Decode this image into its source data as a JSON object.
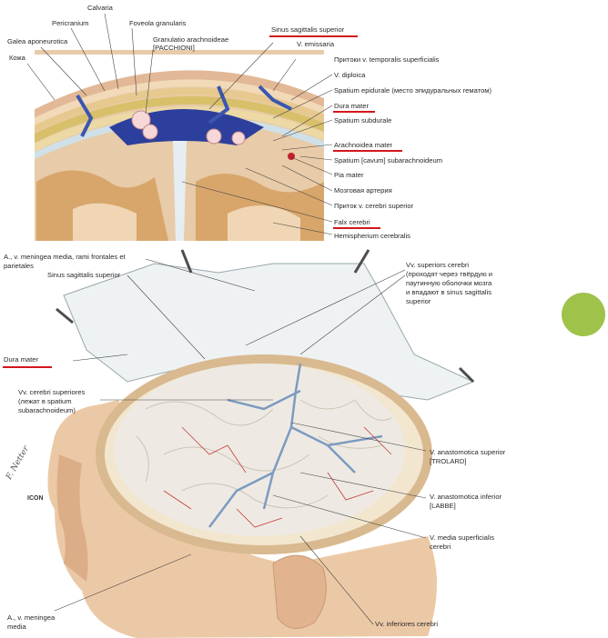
{
  "top_labels": {
    "calvaria": "Calvaria",
    "pericranium": "Pericranium",
    "foveola": "Foveola granularis",
    "galea": "Galea aponeurotica",
    "kozha": "Кожа",
    "granulatio_1": "Granulatio arachnoideae",
    "granulatio_2": "[PACCHIONI]",
    "sinus_sup": "Sinus sagittalis superior",
    "v_emissaria": "V. emissaria",
    "pritoki_temp": "Притоки v. temporalis superficialis",
    "v_diploica": "V. diploica",
    "spatium_epidurale": "Spatium epidurale (место эпидуральных гематом)",
    "dura_mater": "Dura mater",
    "spatium_subdurale": "Spatium subdurale",
    "arachnoidea": "Arachnoidea mater",
    "spatium_sub": "Spatium [cavum] subarachnoideum",
    "pia_mater": "Pia mater",
    "mozg_arteria": "Мозговая артерия",
    "pritok_cerebri": "Приток v. cerebri superior",
    "falx": "Falx cerebri",
    "hemisphere": "Hemispherium cerebralis"
  },
  "bottom_labels": {
    "a_meningea_1": "A., v. meningea media, rami frontales et",
    "a_meningea_2": "parietales",
    "sinus_sup": "Sinus sagittalis superior",
    "vv_sup_1": "Vv. superiors cerebri",
    "vv_sup_2": "(проходят через твёрдую и",
    "vv_sup_3": "паутинную оболочки мозга",
    "vv_sup_4": "и впадают в sinus sagittalis",
    "vv_sup_5": "superior",
    "dura_mater": "Dura mater",
    "vv_cer_1": "Vv. cerebri superiores",
    "vv_cer_2": "(лежат в spatium",
    "vv_cer_3": "subarachnoideum)",
    "trolard_1": "V. anastomotica superior",
    "trolard_2": "[TROLARD]",
    "labbe_1": "V. anastomotica inferior",
    "labbe_2": "[LABBE]",
    "v_media_1": "V. media superficialis",
    "v_media_2": "cerebri",
    "a_meningea_low_1": "A., v. meningea",
    "a_meningea_low_2": "media",
    "vv_inf": "Vv. inferiores cerebri",
    "signature": "F. Netter",
    "stamp": "ICON"
  },
  "colors": {
    "underline": "#d4151c",
    "bullet": "#9fc24a",
    "vein_blue": "#3a56b0",
    "skin": "#e9c7a4"
  }
}
